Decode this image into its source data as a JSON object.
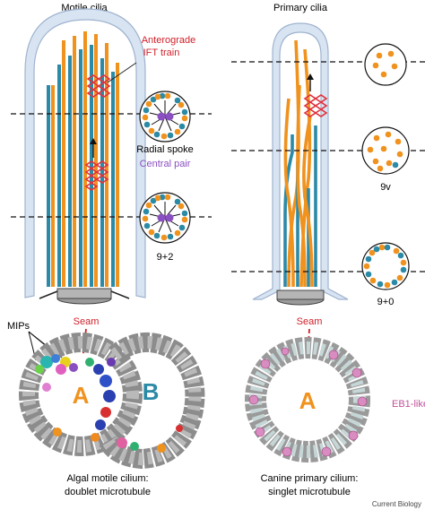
{
  "titles": {
    "left": "Motile cilia",
    "right": "Primary cilia"
  },
  "labels": {
    "ift_line1": "Anterograde",
    "ift_line2": "IFT train",
    "radial_spoke": "Radial spoke",
    "central_pair": "Central pair",
    "nine_two": "9+2",
    "nine_v": "9v",
    "nine_zero": "9+0",
    "mips": "MIPs",
    "seam_left": "Seam",
    "seam_right": "Seam",
    "letter_a_left": "A",
    "letter_b": "B",
    "letter_a_right": "A",
    "eb1": "EB1-like",
    "caption_left_1": "Algal motile cilium:",
    "caption_left_2": "doublet microtubule",
    "caption_right_1": "Canine primary cilium:",
    "caption_right_2": "singlet microtubule",
    "journal": "Current Biology"
  },
  "colors": {
    "orange": "#f0921e",
    "teal": "#2b8aa6",
    "membrane": "#d8e4f2",
    "membrane_stroke": "#9fb3cf",
    "ift_red": "#e0303c",
    "central_purple": "#8a4fc0",
    "seam_red": "#d0202a",
    "eb1_pink": "#c0509a"
  }
}
